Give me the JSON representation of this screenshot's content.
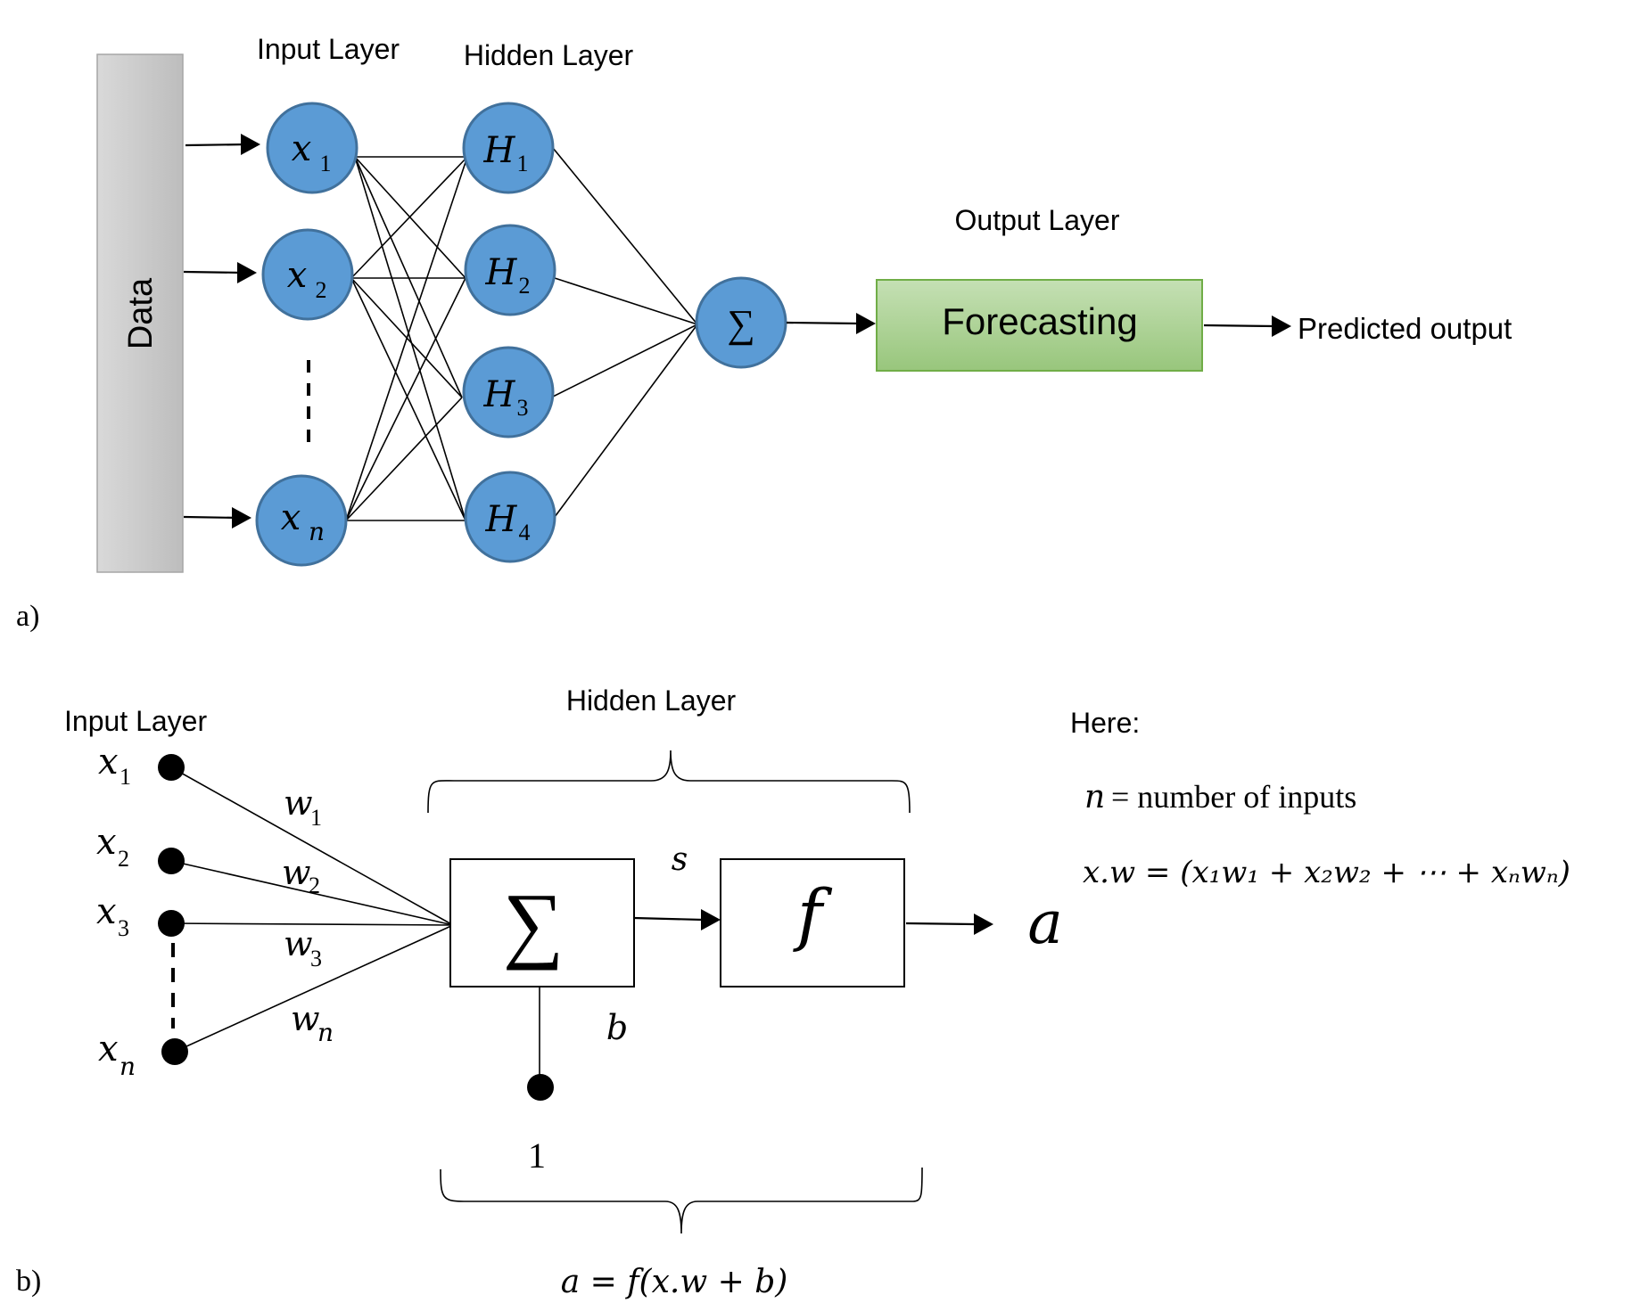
{
  "panel_a": {
    "tag": "a)",
    "data_label": "Data",
    "input_layer_label": "Input Layer",
    "hidden_layer_label": "Hidden Layer",
    "output_layer_label": "Output Layer",
    "inputs": [
      {
        "sym": "x",
        "sub": "1"
      },
      {
        "sym": "x",
        "sub": "2"
      },
      {
        "sym": "x",
        "sub": "n"
      }
    ],
    "hidden": [
      {
        "sym": "H",
        "sub": "1"
      },
      {
        "sym": "H",
        "sub": "2"
      },
      {
        "sym": "H",
        "sub": "3"
      },
      {
        "sym": "H",
        "sub": "4"
      }
    ],
    "sum_symbol": "∑",
    "forecast_label": "Forecasting",
    "predicted_label": "Predicted output",
    "colors": {
      "node": "#5b9bd5",
      "node_border": "#41719c",
      "forecast_fill": "#a9d18e",
      "forecast_border": "#70ad47",
      "data_bar": "#c9c9c9"
    }
  },
  "panel_b": {
    "tag": "b)",
    "input_layer_label": "Input Layer",
    "hidden_layer_label": "Hidden Layer",
    "inputs": [
      {
        "sym": "x",
        "sub": "1"
      },
      {
        "sym": "x",
        "sub": "2"
      },
      {
        "sym": "x",
        "sub": "3"
      },
      {
        "sym": "x",
        "sub": "n"
      }
    ],
    "weights": [
      {
        "sym": "w",
        "sub": "1"
      },
      {
        "sym": "w",
        "sub": "2"
      },
      {
        "sym": "w",
        "sub": "3"
      },
      {
        "sym": "w",
        "sub": "n"
      }
    ],
    "sum_symbol": "∑",
    "s_label": "s",
    "f_label": "f",
    "a_label": "a",
    "b_label": "b",
    "one_label": "1",
    "here_label": "Here:",
    "n_def_var": "n",
    "n_def_text": "= number of inputs",
    "xw_def": "x.w = (x₁w₁ + x₂w₂ + ⋯ + xₙwₙ)",
    "formula": "a = f(x.w + b)"
  }
}
